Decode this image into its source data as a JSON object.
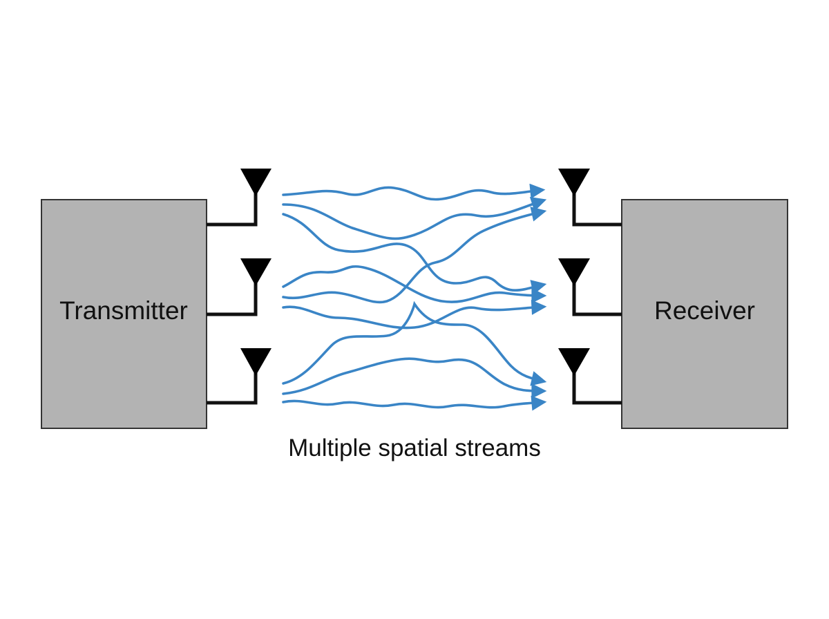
{
  "transmitter": {
    "label": "Transmitter",
    "antenna_count": 3
  },
  "receiver": {
    "label": "Receiver",
    "antenna_count": 3
  },
  "streams": {
    "caption": "Multiple spatial streams",
    "count": 9
  },
  "colors": {
    "box_fill": "#b3b3b3",
    "box_stroke": "#333333",
    "wire": "#111111",
    "antenna": "#000000",
    "stream": "#3a85c6",
    "text": "#111111"
  },
  "icons": {
    "antenna": "antenna-icon",
    "arrowhead": "arrowhead-icon"
  }
}
